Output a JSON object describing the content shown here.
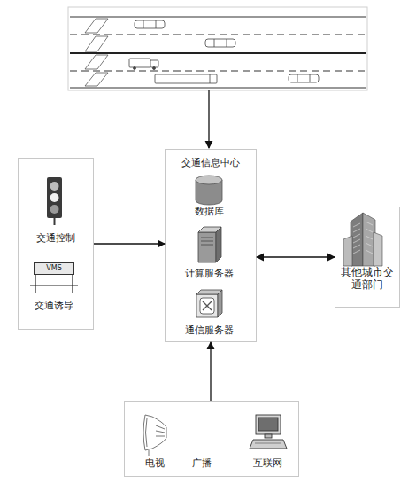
{
  "diagram": {
    "nodes": [
      {
        "text": [
          "交通信息中心"
        ]
      },
      {
        "text": [
          "数据库"
        ],
        "in": 0
      },
      {
        "text": [
          "计算服务器"
        ],
        "in": 0
      },
      {
        "text": [
          "通信服务器"
        ],
        "in": 0
      },
      {
        "text": []
      },
      {
        "text": [
          "交通控制"
        ],
        "in": 4
      },
      {
        "text": [
          "VMS",
          "交通诱导"
        ],
        "in": 4
      },
      {
        "text": [
          "其他城市交通部门"
        ]
      },
      {
        "text": []
      },
      {
        "text": [
          "电视"
        ],
        "in": 8
      },
      {
        "text": [
          "广播"
        ],
        "in": 8
      },
      {
        "text": [
          "互联网"
        ],
        "in": 8
      }
    ],
    "edges": [
      {
        "from": 4,
        "to": 0,
        "arrow": "to"
      },
      {
        "from": 0,
        "to": 7,
        "arrow": "both"
      },
      {
        "from": 8,
        "to": 0,
        "arrow": "to"
      }
    ]
  }
}
